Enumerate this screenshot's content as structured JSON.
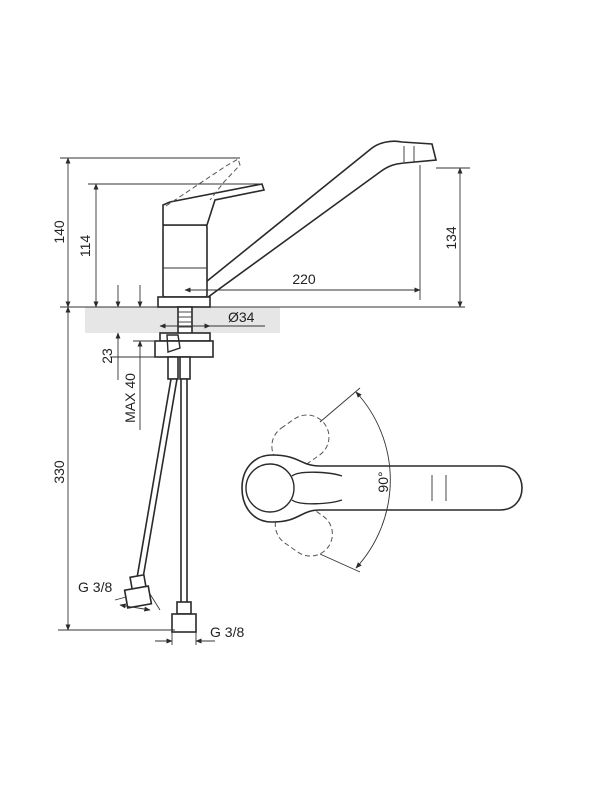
{
  "dimensions": {
    "total_height": "140",
    "body_height": "114",
    "spout_height": "134",
    "spout_reach": "220",
    "mount_hole_diameter": "Ø34",
    "base_thickness": "23",
    "max_countertop": "MAX 40",
    "hose_length": "330",
    "hose_thread_left": "G 3/8",
    "hose_thread_right": "G 3/8",
    "lever_rotation_angle": "90°"
  }
}
